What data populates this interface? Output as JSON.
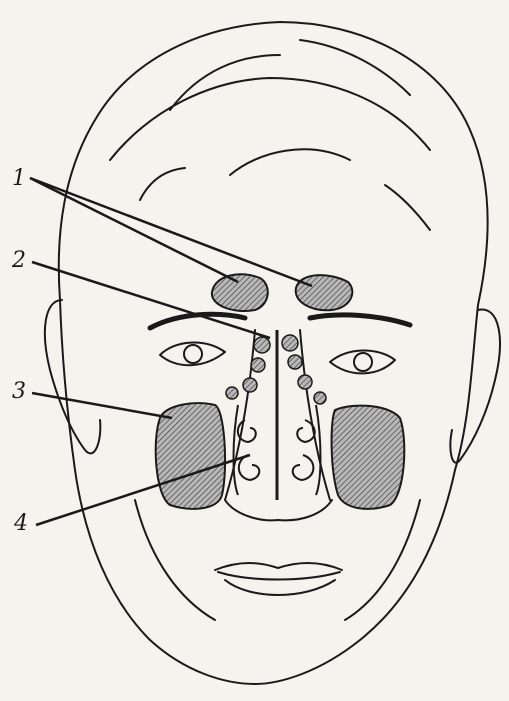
{
  "labels": [
    "1",
    "2",
    "3",
    "4"
  ],
  "colors": {
    "ink": "#1a1a1a",
    "paper": "#f4f3ee",
    "sinus_fill": "#9a9a9a"
  }
}
